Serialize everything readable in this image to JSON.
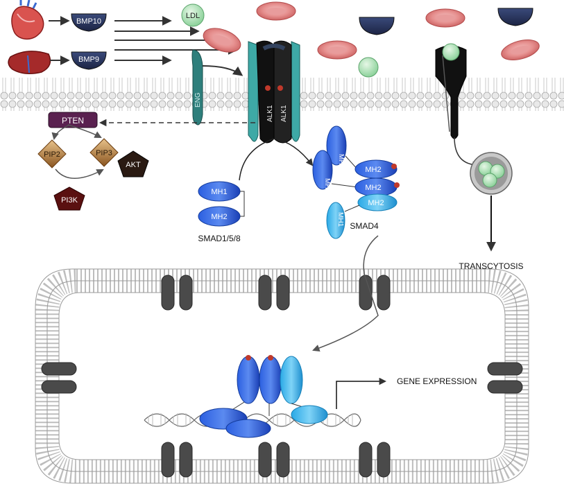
{
  "ligands": {
    "bmp10": "BMP10",
    "bmp9": "BMP9",
    "ldl": "LDL"
  },
  "receptors": {
    "eng": "ENG",
    "alk1_a": "ALK1",
    "alk1_b": "ALK1"
  },
  "pathway": {
    "pten": "PTEN",
    "pip2": "PIP2",
    "pip3": "PIP3",
    "akt": "AKT",
    "pi3k": "PI3K"
  },
  "smad": {
    "mh1": "MH1",
    "mh2": "MH2",
    "smad158_label": "SMAD1/5/8",
    "smad4_label": "SMAD4"
  },
  "outcomes": {
    "transcytosis": "TRANSCYTOSIS",
    "gene_expression": "GENE EXPRESSION"
  },
  "colors": {
    "membrane": "#d9d9d9",
    "smad_blue": "#1f4fd1",
    "smad4_cyan": "#2aa9e6",
    "receptor_teal": "#2f8c8a",
    "receptor_dark": "#1b1b1b",
    "rbc_red": "#e07a7a",
    "ldl_green": "#a8deb0",
    "pten_purple": "#5a2150",
    "pip_gold": "#b07a3a",
    "pi3k_maroon": "#5a1010"
  }
}
